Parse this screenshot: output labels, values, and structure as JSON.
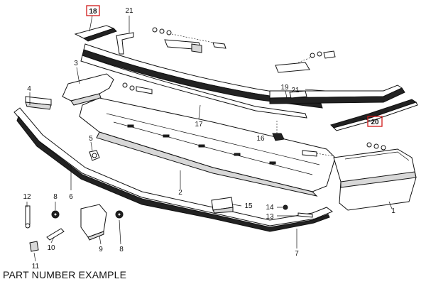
{
  "caption": "PART NUMBER EXAMPLE",
  "highlight_color": "#d01818",
  "callouts": {
    "c18": "18",
    "c21a": "21",
    "c3": "3",
    "c4": "4",
    "c19": "19",
    "c21b": "21",
    "c20": "20",
    "c17": "17",
    "c16": "16",
    "c5": "5",
    "c12": "12",
    "c8a": "8",
    "c6": "6",
    "c2": "2",
    "c15": "15",
    "c14": "14",
    "c13": "13",
    "c1": "1",
    "c10": "10",
    "c9": "9",
    "c8b": "8",
    "c11": "11",
    "c7": "7"
  }
}
